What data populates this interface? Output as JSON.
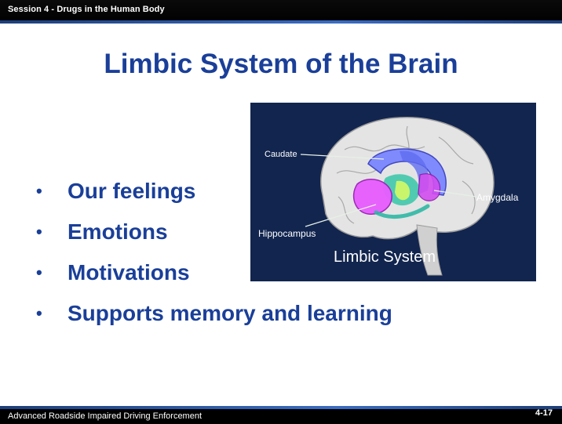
{
  "header": {
    "session": "Session 4 - Drugs in the Human Body"
  },
  "slide": {
    "title": "Limbic System of the Brain",
    "bullet_char": "•",
    "bullets": [
      "Our feelings",
      "Emotions",
      "Motivations",
      "Supports memory and learning"
    ]
  },
  "figure": {
    "labels": {
      "caudate": "Caudate",
      "hippocampus": "Hippocampus",
      "amygdala": "Amygdala",
      "caption": "Limbic System"
    },
    "colors": {
      "background": "#12254f",
      "brain": "#e4e4e4",
      "caudate": "#7a86ff",
      "amygdala": "#e85cff",
      "hippocampus": "#2fb7a4"
    }
  },
  "footer": {
    "text": "Advanced Roadside Impaired Driving Enforcement",
    "page": "4-17"
  },
  "colors": {
    "title": "#1a3f99",
    "bar": "#000000",
    "stripe": "#3a6cc2"
  }
}
